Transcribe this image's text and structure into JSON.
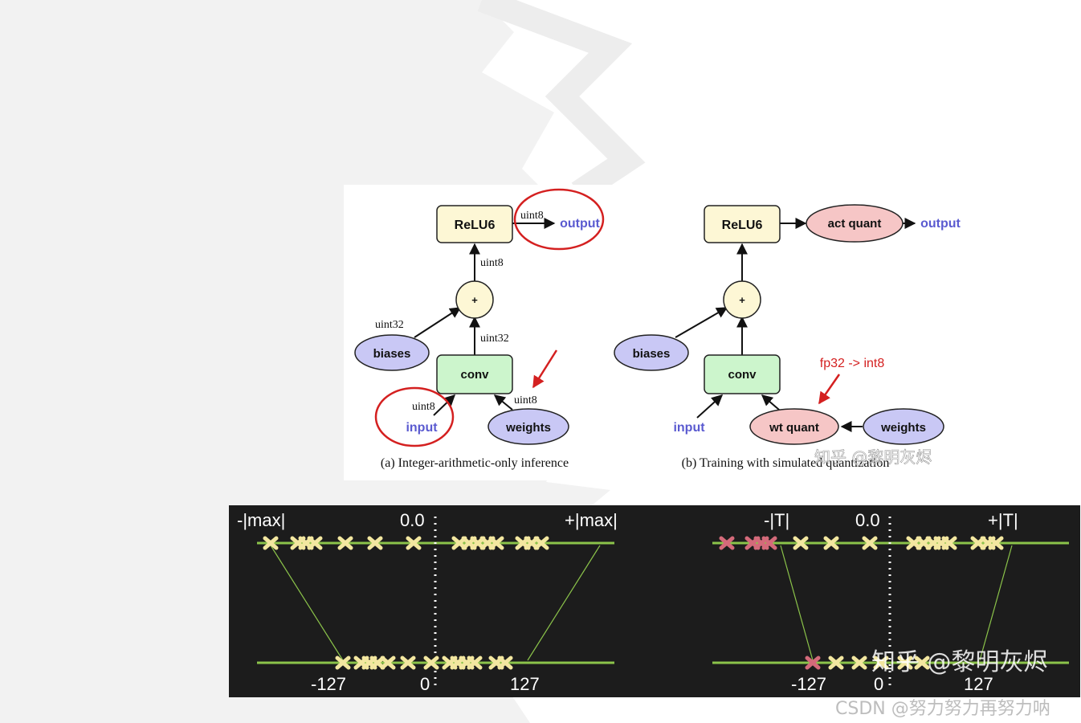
{
  "diagram_a": {
    "relu_label": "ReLU6",
    "plus_label": "+",
    "conv_label": "conv",
    "biases_label": "biases",
    "weights_label": "weights",
    "input_label": "input",
    "output_label": "output",
    "edge_relu_output": "uint8",
    "edge_plus_relu": "uint8",
    "edge_conv_plus": "uint32",
    "edge_biases_plus": "uint32",
    "edge_input_conv": "uint8",
    "edge_weights_conv": "uint8",
    "caption": "(a) Integer-arithmetic-only inference"
  },
  "diagram_b": {
    "relu_label": "ReLU6",
    "plus_label": "+",
    "conv_label": "conv",
    "biases_label": "biases",
    "act_quant_label": "act quant",
    "output_label": "output",
    "input_label": "input",
    "wt_quant_label": "wt quant",
    "weights_label": "weights",
    "annotation": "fp32 -> int8",
    "caption": "(b) Training with simulated quantization",
    "watermark": "知乎 @黎明灰烬"
  },
  "quant_left": {
    "label_neg": "-|max|",
    "label_zero": "0.0",
    "label_pos": "+|max|",
    "tick_neg": "-127",
    "tick_zero": "0",
    "tick_pos": "127"
  },
  "quant_right": {
    "label_neg": "-|T|",
    "label_zero": "0.0",
    "label_pos": "+|T|",
    "tick_neg": "-127",
    "tick_zero": "0",
    "tick_pos": "127",
    "watermark": "知乎 @黎明灰烬"
  },
  "csdn_watermark": "CSDN @努力努力再努力呐",
  "colors": {
    "relu_fill": "#fdf7d5",
    "conv_fill": "#ccf5cc",
    "ellipse_fill": "#c9c8f5",
    "quant_fill": "#f6c6c6",
    "circle_highlight": "#d42020",
    "line_green": "#8bc34a",
    "marker_yellow": "#f3e7a0",
    "marker_red": "#d46a7a",
    "text_blue": "#5a5ad0"
  }
}
